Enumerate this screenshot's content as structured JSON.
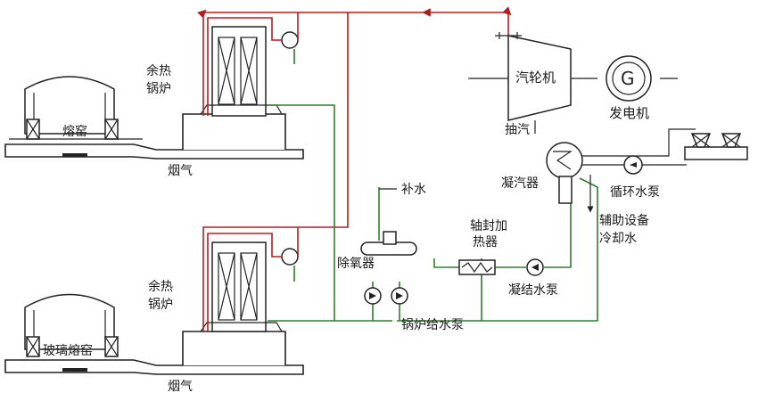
{
  "labels": {
    "furnace_top": "熔窑",
    "furnace_bottom": "玻璃熔窑",
    "boiler_top": "余热\n锅炉",
    "boiler_bottom": "余热\n锅炉",
    "flue_top": "烟气",
    "flue_bottom": "烟气",
    "turbine": "汽轮机",
    "generator": "发电机",
    "extraction": "抽汽",
    "condenser": "凝汽器",
    "circ_pump": "循环水泵",
    "aux_cooling": "辅助设备\n冷却水",
    "makeup_water": "补水",
    "deaerator": "除氧器",
    "gland_heater": "轴封加\n热器",
    "condensate_pump": "凝结水泵",
    "feed_pump": "锅炉给水泵"
  },
  "colors": {
    "steam_line": "#b01e1e",
    "water_line": "#2f7d2f",
    "equipment": "#222222"
  },
  "icons": {
    "generator": "generator-g-icon",
    "pump": "pump-icon",
    "valve": "valve-icon",
    "cooling_tower": "cooling-tower-icon"
  }
}
